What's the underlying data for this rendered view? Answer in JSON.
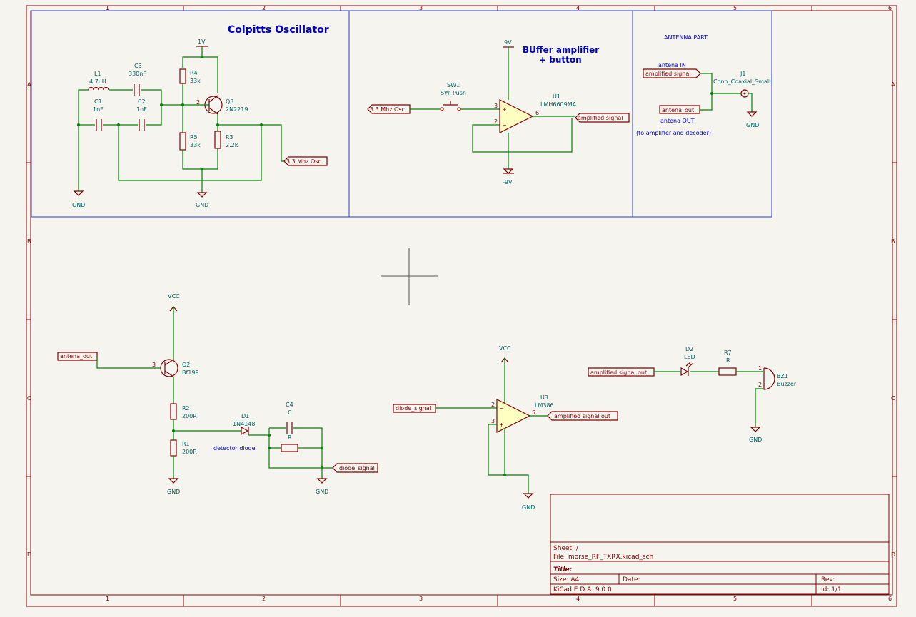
{
  "frame": {
    "columns": [
      "1",
      "2",
      "3",
      "4",
      "5",
      "6"
    ],
    "rows": [
      "A",
      "B",
      "C",
      "D"
    ]
  },
  "blocks": {
    "colpitts": {
      "title": "Colpitts Oscillator",
      "supply": "1V",
      "gnd": "GND",
      "L1": {
        "ref": "L1",
        "val": "4.7uH"
      },
      "C3": {
        "ref": "C3",
        "val": "330nF"
      },
      "C1": {
        "ref": "C1",
        "val": "1nF"
      },
      "C2": {
        "ref": "C2",
        "val": "1nF"
      },
      "R4": {
        "ref": "R4",
        "val": "33k"
      },
      "R5": {
        "ref": "R5",
        "val": "33k"
      },
      "R3": {
        "ref": "R3",
        "val": "2.2k"
      },
      "Q3": {
        "ref": "Q3",
        "val": "2N2219"
      },
      "out_label": "3.3 Mhz Osc"
    },
    "buffer": {
      "title_line1": "BUffer amplifier",
      "title_line2": "+ button",
      "vpos": "9V",
      "vneg": "-9V",
      "in_label": "3.3 Mhz Osc",
      "SW1": {
        "ref": "SW1",
        "val": "SW_Push"
      },
      "U1": {
        "ref": "U1",
        "val": "LMH6609MA"
      },
      "out_label": "amplified signal"
    },
    "antenna": {
      "title": "ANTENNA PART",
      "in_caption": "antena IN",
      "in_label": "amplified signal",
      "J1": {
        "ref": "J1",
        "val": "Conn_Coaxial_Small"
      },
      "out_label": "antena_out",
      "out_caption": "antena OUT",
      "note": "(to amplifier and decoder)",
      "gnd": "GND"
    },
    "receiver": {
      "vcc": "VCC",
      "in_label": "antena_out",
      "Q2": {
        "ref": "Q2",
        "val": "Bf199"
      },
      "R2": {
        "ref": "R2",
        "val": "200R"
      },
      "R1": {
        "ref": "R1",
        "val": "200R"
      },
      "D1": {
        "ref": "D1",
        "val": "1N4148"
      },
      "D1_note": "detector diode",
      "C4": {
        "ref": "C4",
        "val": "C"
      },
      "R": {
        "val": "R"
      },
      "out_label": "diode_signal",
      "gnd": "GND"
    },
    "audio": {
      "vcc": "VCC",
      "in_label": "diode_signal",
      "U3": {
        "ref": "U3",
        "val": "LM386"
      },
      "out_label": "amplified signal out",
      "gnd": "GND"
    },
    "indicator": {
      "in_label": "amplified signal out",
      "D2": {
        "ref": "D2",
        "val": "LED"
      },
      "R7": {
        "ref": "R7",
        "val": "R"
      },
      "BZ1": {
        "ref": "BZ1",
        "val": "Buzzer"
      },
      "gnd": "GND"
    }
  },
  "title_block": {
    "sheet": "Sheet: /",
    "file": "File: morse_RF_TXRX.kicad_sch",
    "title": "Title:",
    "size": "Size: A4",
    "date": "Date:",
    "rev": "Rev:",
    "tool": "KiCad E.D.A. 9.0.0",
    "id": "Id: 1/1"
  },
  "colors": {
    "background": "#f5f4ef",
    "frame": "#840000",
    "wire": "#008400",
    "text": "#006464",
    "block_border": "#2a3ec8",
    "title": "#0000c4"
  }
}
